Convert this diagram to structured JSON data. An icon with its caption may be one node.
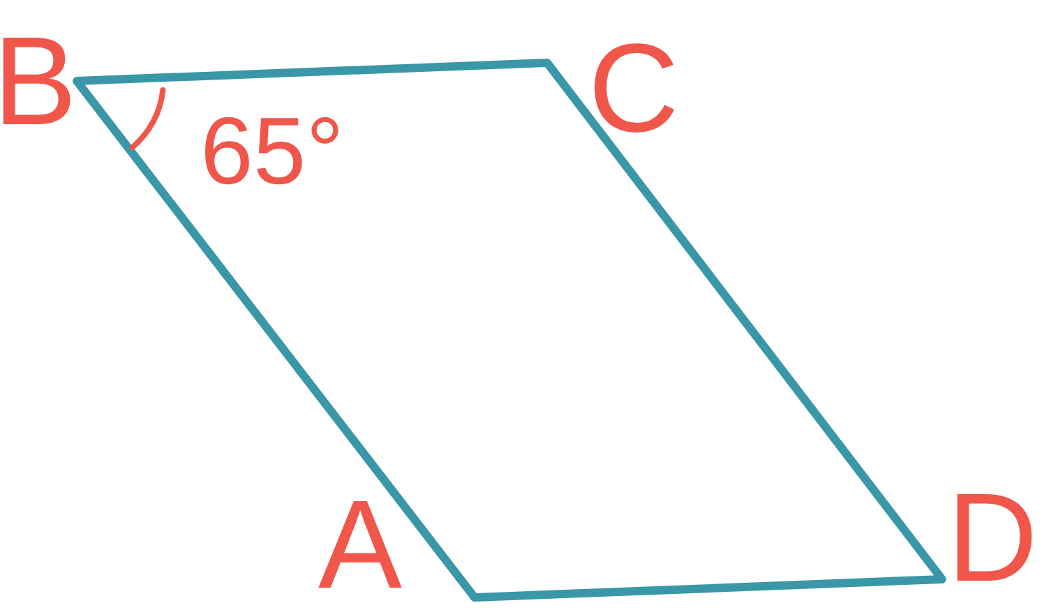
{
  "diagram": {
    "nodes": [
      {
        "text": [
          "B"
        ]
      },
      {
        "text": [
          "C"
        ]
      },
      {
        "text": [
          "D"
        ]
      },
      {
        "text": [
          "A"
        ]
      }
    ],
    "edges": [
      {
        "from": 0,
        "to": 1,
        "arrow": "none"
      },
      {
        "from": 1,
        "to": 2,
        "arrow": "none"
      },
      {
        "from": 2,
        "to": 3,
        "arrow": "none"
      },
      {
        "from": 3,
        "to": 0,
        "arrow": "none"
      }
    ],
    "labels": [
      "65°"
    ]
  }
}
